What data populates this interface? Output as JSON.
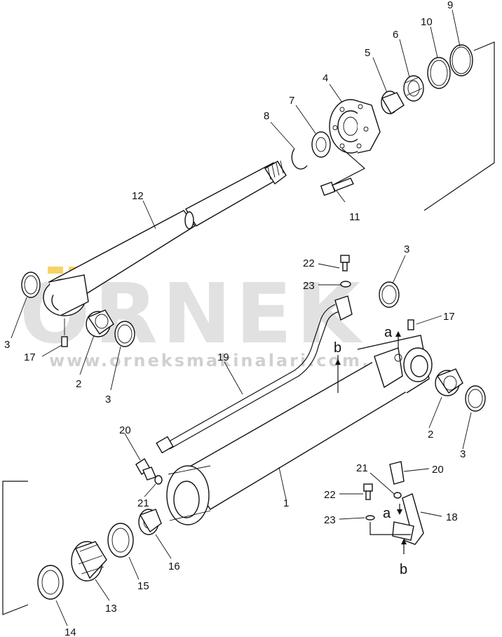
{
  "watermark": {
    "brand": "ORNEK",
    "url": "www.orneksmakinalari.com.tr",
    "accent_color": "#f4c430",
    "brand_color": "#c9c9c9"
  },
  "callouts": [
    "1",
    "2",
    "2",
    "3",
    "3",
    "3",
    "3",
    "4",
    "5",
    "6",
    "7",
    "8",
    "9",
    "10",
    "11",
    "12",
    "13",
    "14",
    "15",
    "16",
    "17",
    "17",
    "18",
    "19",
    "20",
    "20",
    "21",
    "21",
    "22",
    "22",
    "23",
    "23"
  ],
  "markers": {
    "a": "a",
    "b": "b"
  }
}
